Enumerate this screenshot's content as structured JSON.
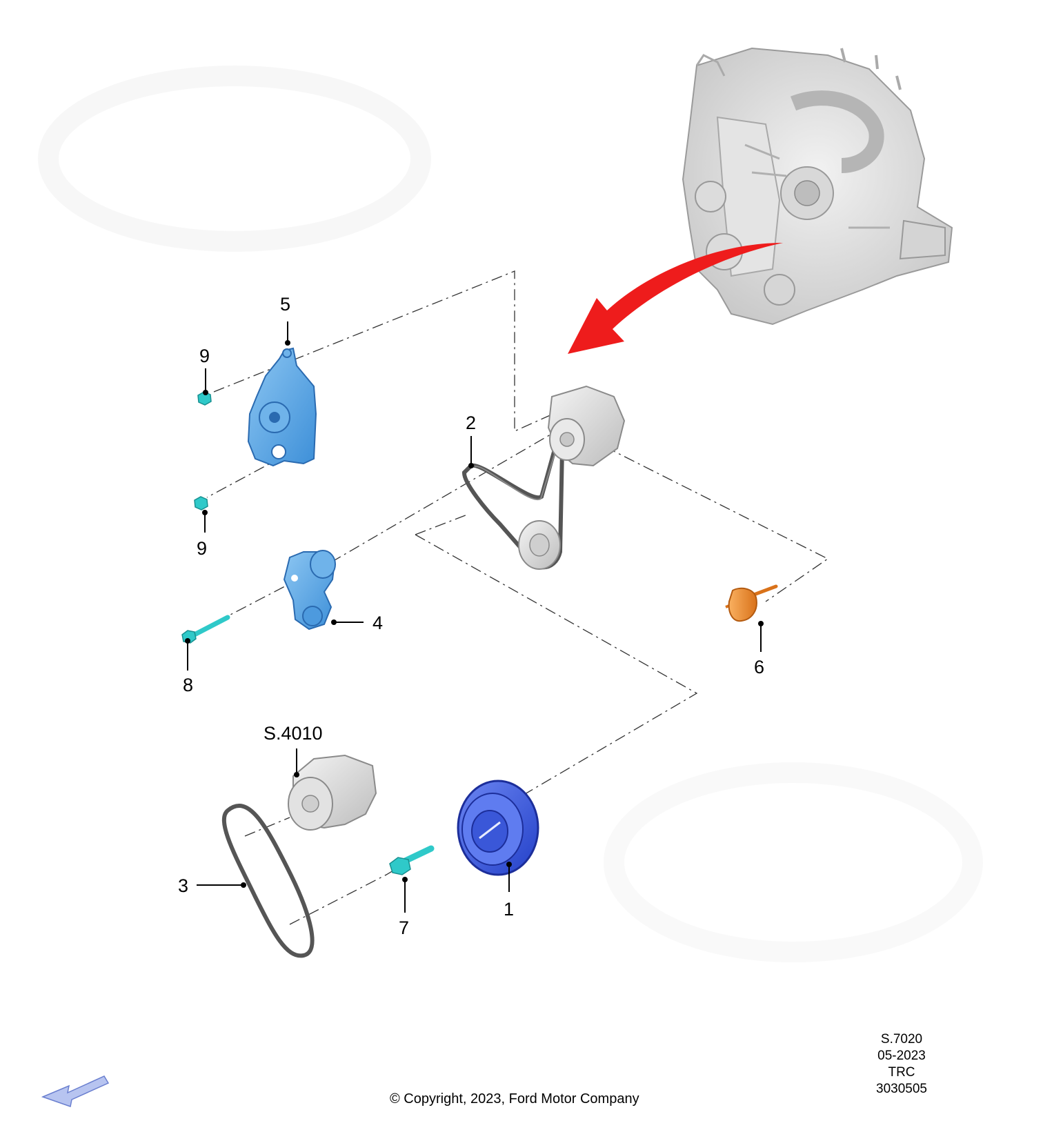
{
  "callouts": {
    "c1": "1",
    "c2": "2",
    "c3": "3",
    "c4": "4",
    "c5": "5",
    "c6": "6",
    "c7": "7",
    "c8": "8",
    "c9a": "9",
    "c9b": "9",
    "s4010": "S.4010"
  },
  "meta": {
    "section": "S.7020",
    "date": "05-2023",
    "code": "TRC",
    "number": "3030505"
  },
  "copyright": "© Copyright, 2023, Ford Motor Company",
  "colors": {
    "blue_part": "#5aa6e6",
    "teal_fastener": "#2fc9c9",
    "orange_part": "#f2962e",
    "damper_blue": "#3f5fe0",
    "red_arrow": "#ee1c1c",
    "nav_arrow": "#9fb0e8"
  }
}
